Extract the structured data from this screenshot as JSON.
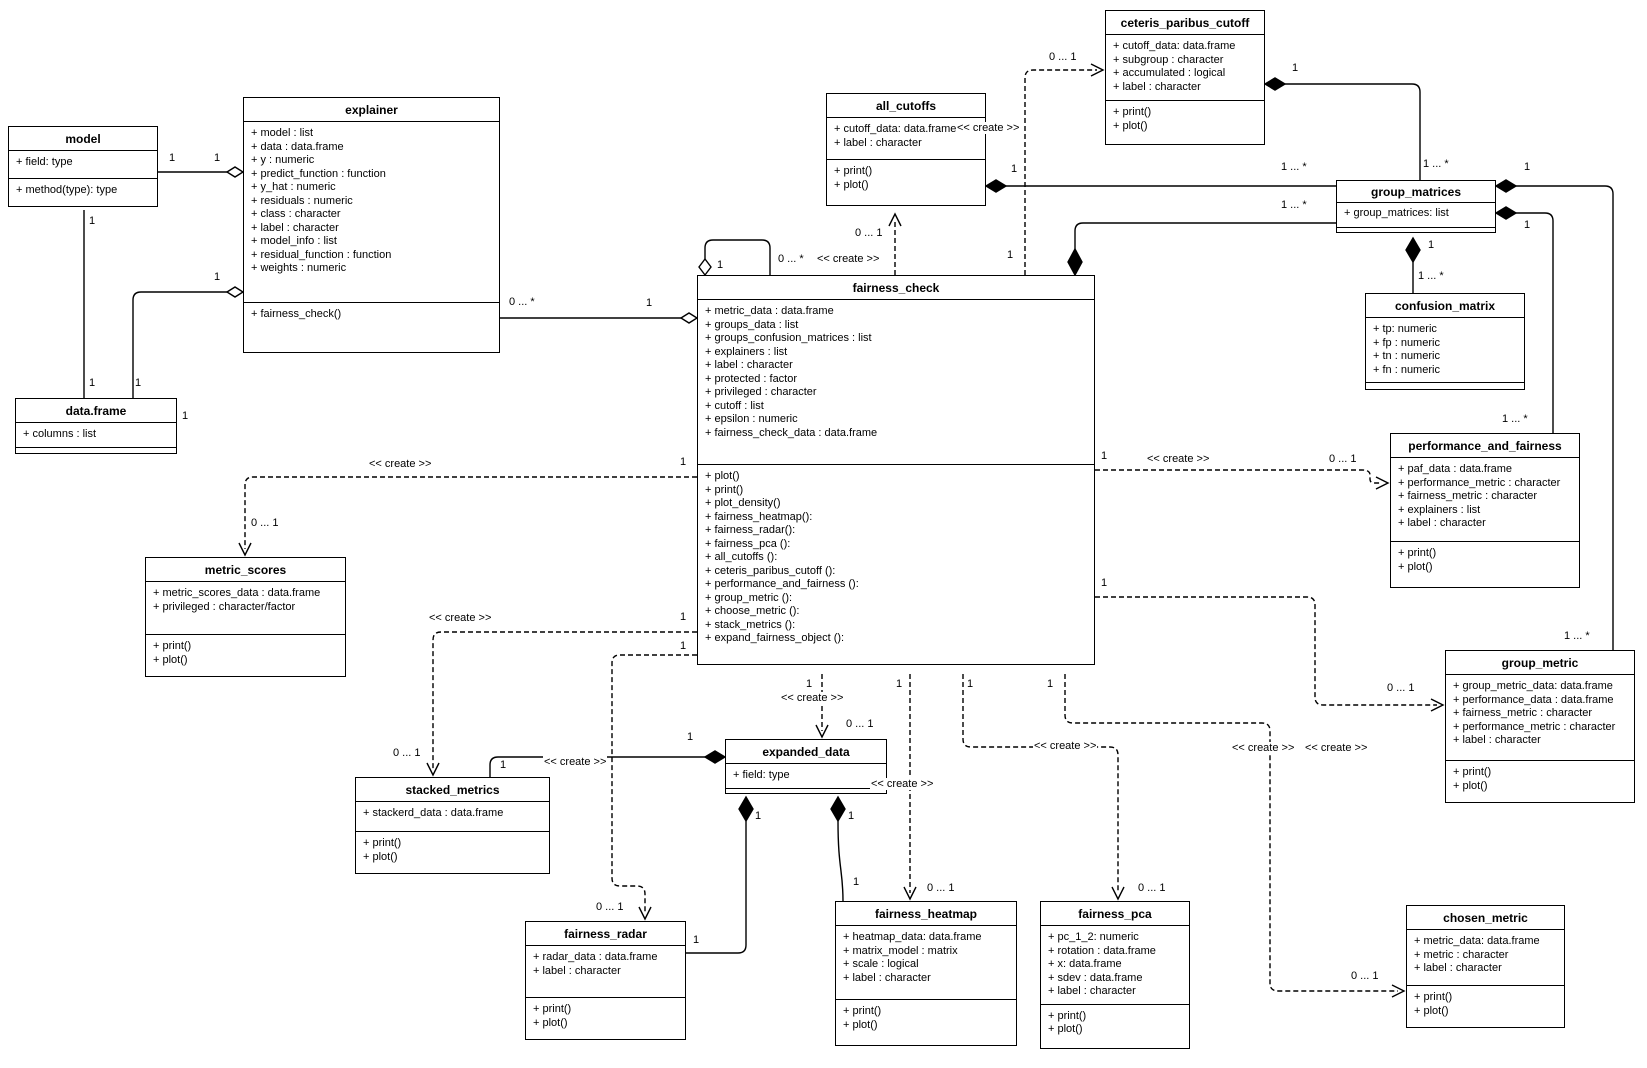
{
  "diagram": {
    "kind": "UML class diagram",
    "background": "#ffffff",
    "line_color": "#000000"
  },
  "labels": {
    "one": "1",
    "zero_one": "0 ... 1",
    "one_many": "1 ... *",
    "zero_many": "0 ... *",
    "create": "<< create >>"
  },
  "classes": {
    "model": {
      "name": "model",
      "attributes": [
        "+ field: type"
      ],
      "methods": [
        "+ method(type): type"
      ]
    },
    "explainer": {
      "name": "explainer",
      "attributes": [
        "+ model : list",
        "+ data : data.frame",
        "+ y : numeric",
        "+ predict_function : function",
        "+ y_hat : numeric",
        "+ residuals : numeric",
        "+ class : character",
        "+ label : character",
        "+ model_info : list",
        "+ residual_function : function",
        "+ weights : numeric"
      ],
      "methods": [
        "+ fairness_check()"
      ]
    },
    "data_frame": {
      "name": "data.frame",
      "attributes": [
        "+ columns : list"
      ],
      "methods": []
    },
    "metric_scores": {
      "name": "metric_scores",
      "attributes": [
        "+ metric_scores_data : data.frame",
        "+ privileged : character/factor"
      ],
      "methods": [
        "+ print()",
        "+ plot()"
      ]
    },
    "stacked_metrics": {
      "name": "stacked_metrics",
      "attributes": [
        "+ stackerd_data : data.frame"
      ],
      "methods": [
        "+ print()",
        "+ plot()"
      ]
    },
    "fairness_radar": {
      "name": "fairness_radar",
      "attributes": [
        "+ radar_data : data.frame",
        "+ label : character"
      ],
      "methods": [
        "+ print()",
        "+ plot()"
      ]
    },
    "fairness_check": {
      "name": "fairness_check",
      "attributes": [
        "+ metric_data : data.frame",
        "+ groups_data : list",
        "+ groups_confusion_matrices : list",
        "+ explainers : list",
        "+ label : character",
        "+ protected : factor",
        "+ privileged : character",
        "+ cutoff : list",
        "+ epsilon : numeric",
        "+ fairness_check_data : data.frame"
      ],
      "methods": [
        "+ plot()",
        "+ print()",
        "+ plot_density()",
        "+ fairness_heatmap():",
        "+ fairness_radar():",
        "+ fairness_pca ():",
        "+ all_cutoffs ():",
        "+ ceteris_paribus_cutoff ():",
        "+ performance_and_fairness ():",
        "+ group_metric ():",
        "+ choose_metric ():",
        "+ stack_metrics ():",
        "+ expand_fairness_object ():"
      ]
    },
    "all_cutoffs": {
      "name": "all_cutoffs",
      "attributes": [
        "+ cutoff_data: data.frame",
        "+ label : character"
      ],
      "methods": [
        "+ print()",
        "+ plot()"
      ]
    },
    "ceteris_paribus_cutoff": {
      "name": "ceteris_paribus_cutoff",
      "attributes": [
        "+ cutoff_data: data.frame",
        "+ subgroup : character",
        "+ accumulated : logical",
        "+ label : character"
      ],
      "methods": [
        "+ print()",
        "+ plot()"
      ]
    },
    "group_matrices": {
      "name": "group_matrices",
      "attributes": [
        "+ group_matrices: list"
      ],
      "methods": []
    },
    "confusion_matrix": {
      "name": "confusion_matrix",
      "attributes": [
        "+ tp: numeric",
        "+ fp : numeric",
        "+ tn : numeric",
        "+ fn : numeric"
      ],
      "methods": []
    },
    "performance_and_fairness": {
      "name": "performance_and_fairness",
      "attributes": [
        "+ paf_data : data.frame",
        "+ performance_metric : character",
        "+ fairness_metric : character",
        "+ explainers : list",
        "+ label : character"
      ],
      "methods": [
        "+ print()",
        "+ plot()"
      ]
    },
    "group_metric": {
      "name": "group_metric",
      "attributes": [
        "+ group_metric_data: data.frame",
        "+ performance_data : data.frame",
        "+ fairness_metric : character",
        "+ performance_metric : character",
        "+ label : character"
      ],
      "methods": [
        "+ print()",
        "+ plot()"
      ]
    },
    "expanded_data": {
      "name": "expanded_data",
      "attributes": [
        "+ field: type"
      ],
      "methods": []
    },
    "fairness_heatmap": {
      "name": "fairness_heatmap",
      "attributes": [
        "+ heatmap_data: data.frame",
        "+ matrix_model : matrix",
        "+ scale : logical",
        "+ label : character"
      ],
      "methods": [
        "+ print()",
        "+ plot()"
      ]
    },
    "fairness_pca": {
      "name": "fairness_pca",
      "attributes": [
        "+ pc_1_2: numeric",
        "+ rotation : data.frame",
        "+ x: data.frame",
        "+ sdev : data.frame",
        "+ label : character"
      ],
      "methods": [
        "+ print()",
        "+ plot()"
      ]
    },
    "chosen_metric": {
      "name": "chosen_metric",
      "attributes": [
        "+ metric_data: data.frame",
        "+ metric : character",
        "+ label : character"
      ],
      "methods": [
        "+ print()",
        "+ plot()"
      ]
    }
  },
  "relationships": [
    {
      "from": "explainer",
      "to": "model",
      "type": "aggregation",
      "from_mult": "1",
      "to_mult": "1"
    },
    {
      "from": "model",
      "to": "data.frame",
      "type": "association",
      "from_mult": "1",
      "to_mult": "1"
    },
    {
      "from": "explainer",
      "to": "data.frame",
      "type": "aggregation",
      "from_mult": "1",
      "to_mult": "1"
    },
    {
      "from": "fairness_check",
      "to": "explainer",
      "type": "aggregation",
      "from_mult": "1",
      "to_mult": "0 ... *"
    },
    {
      "from": "fairness_check",
      "to": "fairness_check",
      "type": "aggregation",
      "from_mult": "1",
      "to_mult": "0 ... *"
    },
    {
      "from": "all_cutoffs",
      "to": "group_matrices",
      "type": "composition",
      "from_mult": "1",
      "to_mult": "1 ... *"
    },
    {
      "from": "fairness_check",
      "to": "group_matrices",
      "type": "composition",
      "from_mult": "1",
      "to_mult": "1 ... *"
    },
    {
      "from": "ceteris_paribus_cutoff",
      "to": "group_matrices",
      "type": "composition",
      "from_mult": "1",
      "to_mult": "1 ... *"
    },
    {
      "from": "group_matrices",
      "to": "confusion_matrix",
      "type": "composition",
      "from_mult": "1",
      "to_mult": "1 ... *"
    },
    {
      "from": "group_matrices",
      "to": "group_metric",
      "type": "composition",
      "from_mult": "1",
      "to_mult": "1 ... *"
    },
    {
      "from": "group_matrices",
      "to": "performance_and_fairness",
      "type": "composition",
      "from_mult": "1",
      "to_mult": "1 ... *"
    },
    {
      "from": "expanded_data",
      "to": "stacked_metrics",
      "type": "composition",
      "from_mult": "1",
      "to_mult": "1"
    },
    {
      "from": "expanded_data",
      "to": "fairness_radar",
      "type": "composition",
      "from_mult": "1",
      "to_mult": "1"
    },
    {
      "from": "expanded_data",
      "to": "fairness_heatmap",
      "type": "composition",
      "from_mult": "1",
      "to_mult": "1"
    },
    {
      "from": "fairness_check",
      "to": "all_cutoffs",
      "type": "create-dependency",
      "to_mult": "0 ... 1"
    },
    {
      "from": "fairness_check",
      "to": "ceteris_paribus_cutoff",
      "type": "create-dependency",
      "from_mult": "1",
      "to_mult": "0 ... 1"
    },
    {
      "from": "fairness_check",
      "to": "metric_scores",
      "type": "create-dependency",
      "from_mult": "1",
      "to_mult": "0 ... 1"
    },
    {
      "from": "fairness_check",
      "to": "stacked_metrics",
      "type": "create-dependency",
      "from_mult": "1",
      "to_mult": "0 ... 1"
    },
    {
      "from": "fairness_check",
      "to": "fairness_radar",
      "type": "create-dependency",
      "from_mult": "1",
      "to_mult": "0 ... 1"
    },
    {
      "from": "fairness_check",
      "to": "expanded_data",
      "type": "create-dependency",
      "from_mult": "1",
      "to_mult": "0 ... 1"
    },
    {
      "from": "fairness_check",
      "to": "fairness_heatmap",
      "type": "create-dependency",
      "from_mult": "1",
      "to_mult": "0 ... 1"
    },
    {
      "from": "fairness_check",
      "to": "fairness_pca",
      "type": "create-dependency",
      "from_mult": "1",
      "to_mult": "0 ... 1"
    },
    {
      "from": "fairness_check",
      "to": "chosen_metric",
      "type": "create-dependency",
      "from_mult": "1",
      "to_mult": "0 ... 1"
    },
    {
      "from": "fairness_check",
      "to": "group_metric",
      "type": "create-dependency",
      "from_mult": "1",
      "to_mult": "0 ... 1"
    },
    {
      "from": "fairness_check",
      "to": "performance_and_fairness",
      "type": "create-dependency",
      "from_mult": "1",
      "to_mult": "0 ... 1"
    }
  ]
}
